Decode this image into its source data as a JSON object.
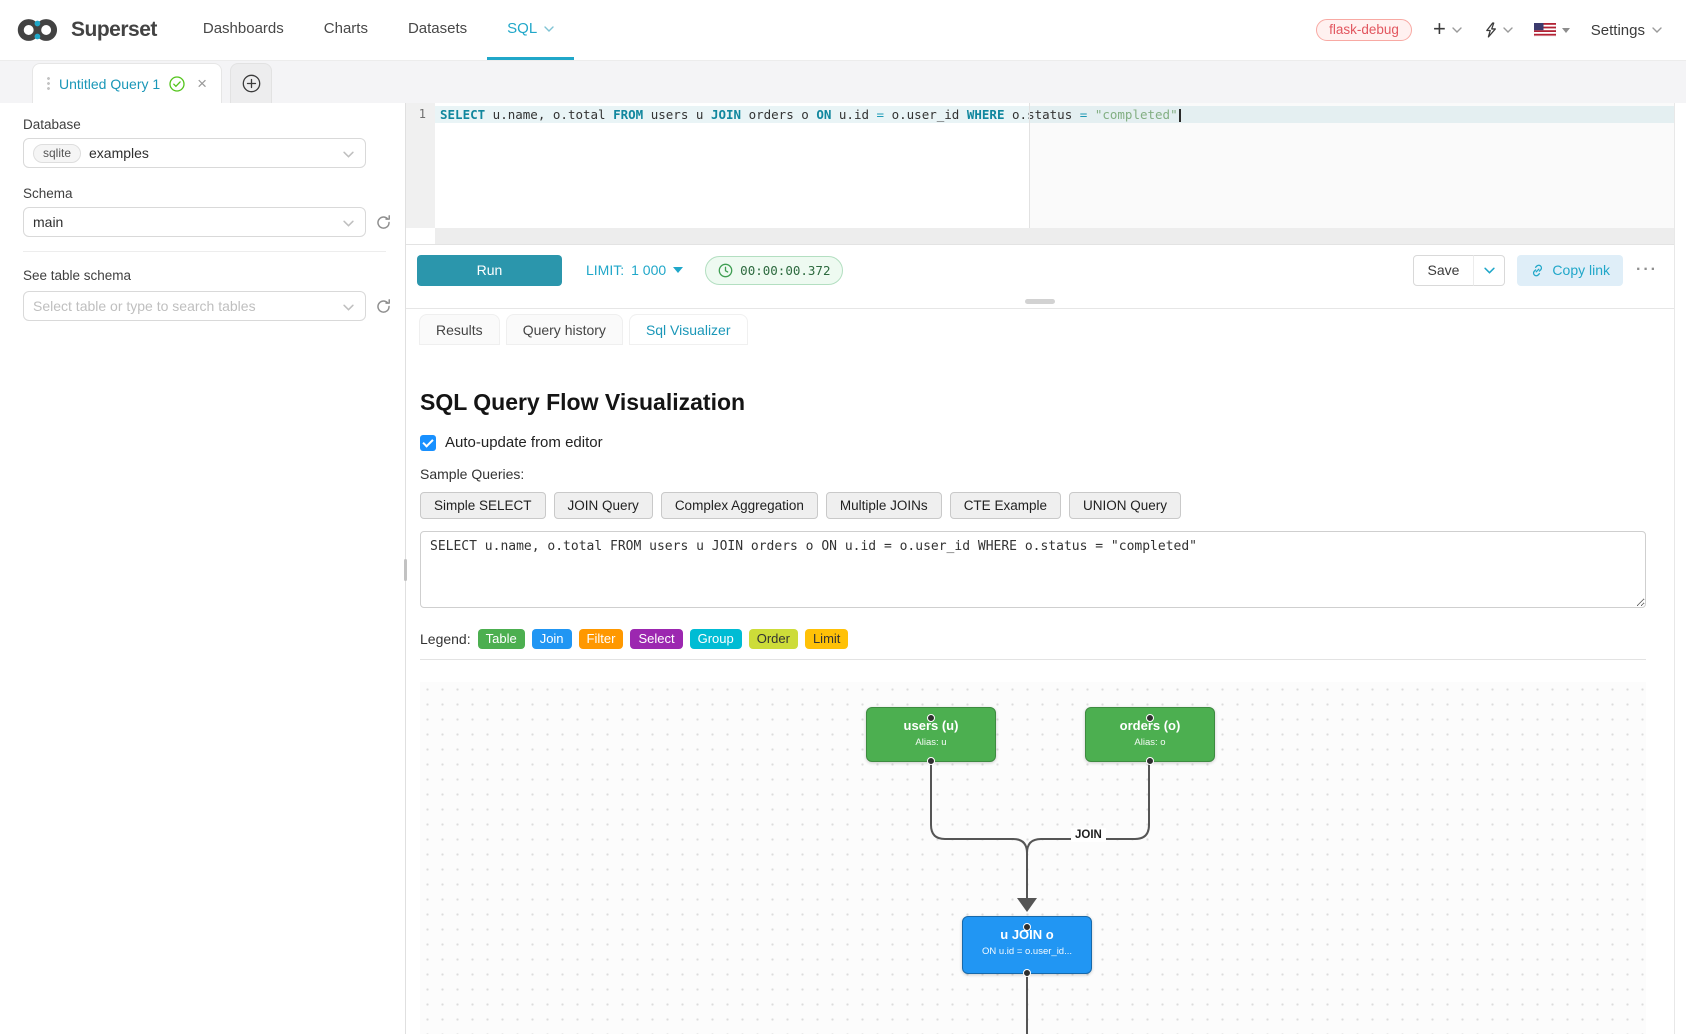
{
  "navbar": {
    "brand": "Superset",
    "items": [
      {
        "label": "Dashboards"
      },
      {
        "label": "Charts"
      },
      {
        "label": "Datasets"
      },
      {
        "label": "SQL",
        "active": true
      }
    ],
    "env_badge": "flask-debug",
    "settings_label": "Settings"
  },
  "query_tabs": {
    "active_title": "Untitled Query 1"
  },
  "sidebar": {
    "database_label": "Database",
    "database_engine": "sqlite",
    "database_value": "examples",
    "schema_label": "Schema",
    "schema_value": "main",
    "table_section_label": "See table schema",
    "table_placeholder": "Select table or type to search tables"
  },
  "editor": {
    "line_number": "1",
    "tokens": [
      {
        "text": "SELECT",
        "cls": "kw"
      },
      {
        "text": " u.name, o.total ",
        "cls": "pl"
      },
      {
        "text": "FROM",
        "cls": "kw"
      },
      {
        "text": " users u ",
        "cls": "pl"
      },
      {
        "text": "JOIN",
        "cls": "kw"
      },
      {
        "text": " orders o ",
        "cls": "pl"
      },
      {
        "text": "ON",
        "cls": "kw"
      },
      {
        "text": " u.id ",
        "cls": "pl"
      },
      {
        "text": "=",
        "cls": "op"
      },
      {
        "text": " o.user_id ",
        "cls": "pl"
      },
      {
        "text": "WHERE",
        "cls": "kw"
      },
      {
        "text": " o.status ",
        "cls": "pl"
      },
      {
        "text": "=",
        "cls": "op"
      },
      {
        "text": " ",
        "cls": "pl"
      },
      {
        "text": "\"completed\"",
        "cls": "str"
      }
    ]
  },
  "toolbar": {
    "run_label": "Run",
    "limit_label": "LIMIT:",
    "limit_value": "1 000",
    "elapsed_time": "00:00:00.372",
    "save_label": "Save",
    "copy_link_label": "Copy link",
    "more_label": "···"
  },
  "result_tabs": [
    {
      "label": "Results"
    },
    {
      "label": "Query history"
    },
    {
      "label": "Sql Visualizer",
      "active": true
    }
  ],
  "visualizer": {
    "title": "SQL Query Flow Visualization",
    "auto_update_label": "Auto-update from editor",
    "auto_update_checked": true,
    "sample_queries_label": "Sample Queries:",
    "sample_queries": [
      "Simple SELECT",
      "JOIN Query",
      "Complex Aggregation",
      "Multiple JOINs",
      "CTE Example",
      "UNION Query"
    ],
    "query_text": "SELECT u.name, o.total FROM users u JOIN orders o ON u.id = o.user_id WHERE o.status = \"completed\"",
    "legend_label": "Legend:",
    "legend": [
      {
        "label": "Table",
        "bg": "#4CAF50",
        "fg": "#ffffff"
      },
      {
        "label": "Join",
        "bg": "#2196F3",
        "fg": "#ffffff"
      },
      {
        "label": "Filter",
        "bg": "#FF9800",
        "fg": "#ffffff"
      },
      {
        "label": "Select",
        "bg": "#9C27B0",
        "fg": "#ffffff"
      },
      {
        "label": "Group",
        "bg": "#00BCD4",
        "fg": "#ffffff"
      },
      {
        "label": "Order",
        "bg": "#CDDC39",
        "fg": "#333333"
      },
      {
        "label": "Limit",
        "bg": "#FFC107",
        "fg": "#333333"
      }
    ],
    "flow": {
      "nodes": [
        {
          "title": "users (u)",
          "subtitle": "Alias: u"
        },
        {
          "title": "orders (o)",
          "subtitle": "Alias: o"
        },
        {
          "title": "u JOIN o",
          "subtitle": "ON u.id = o.user_id..."
        }
      ],
      "edge_label": "JOIN",
      "colors": {
        "table_node": "#4CAF50",
        "join_node": "#2196F3",
        "edge": "#555555"
      }
    }
  }
}
